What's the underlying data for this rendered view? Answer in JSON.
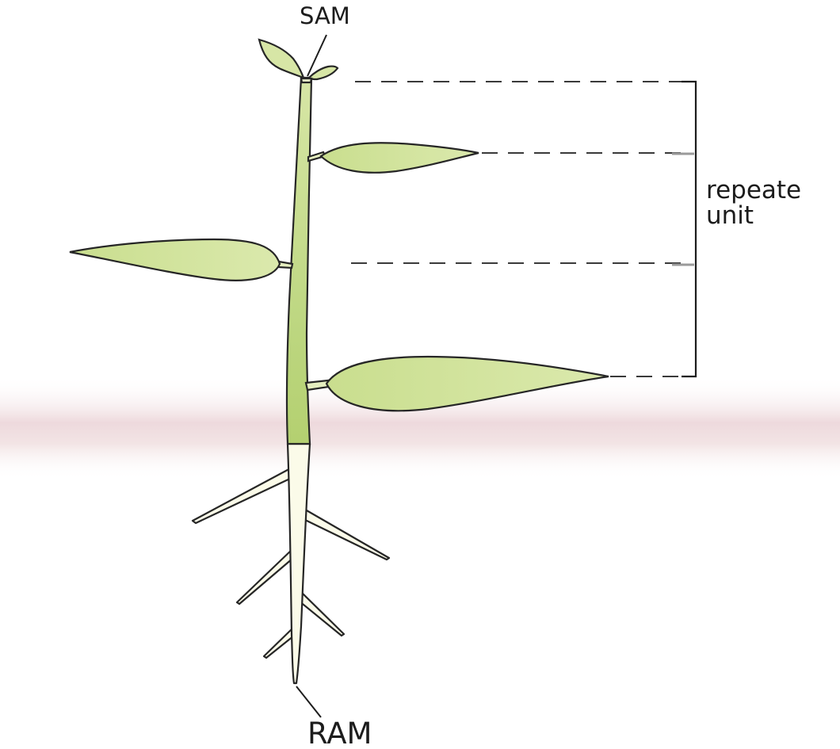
{
  "diagram": {
    "labels": {
      "top": "SAM",
      "bottom": "RAM",
      "bracket_line1": "repeate",
      "bracket_line2": "unit"
    },
    "colors": {
      "leaf": "#cfe19a",
      "stem": "#bfd98a",
      "root": "#fbfbe9",
      "outline": "#262626",
      "dash": "#3a3a3a",
      "soil_band": "#ecd6da"
    }
  }
}
